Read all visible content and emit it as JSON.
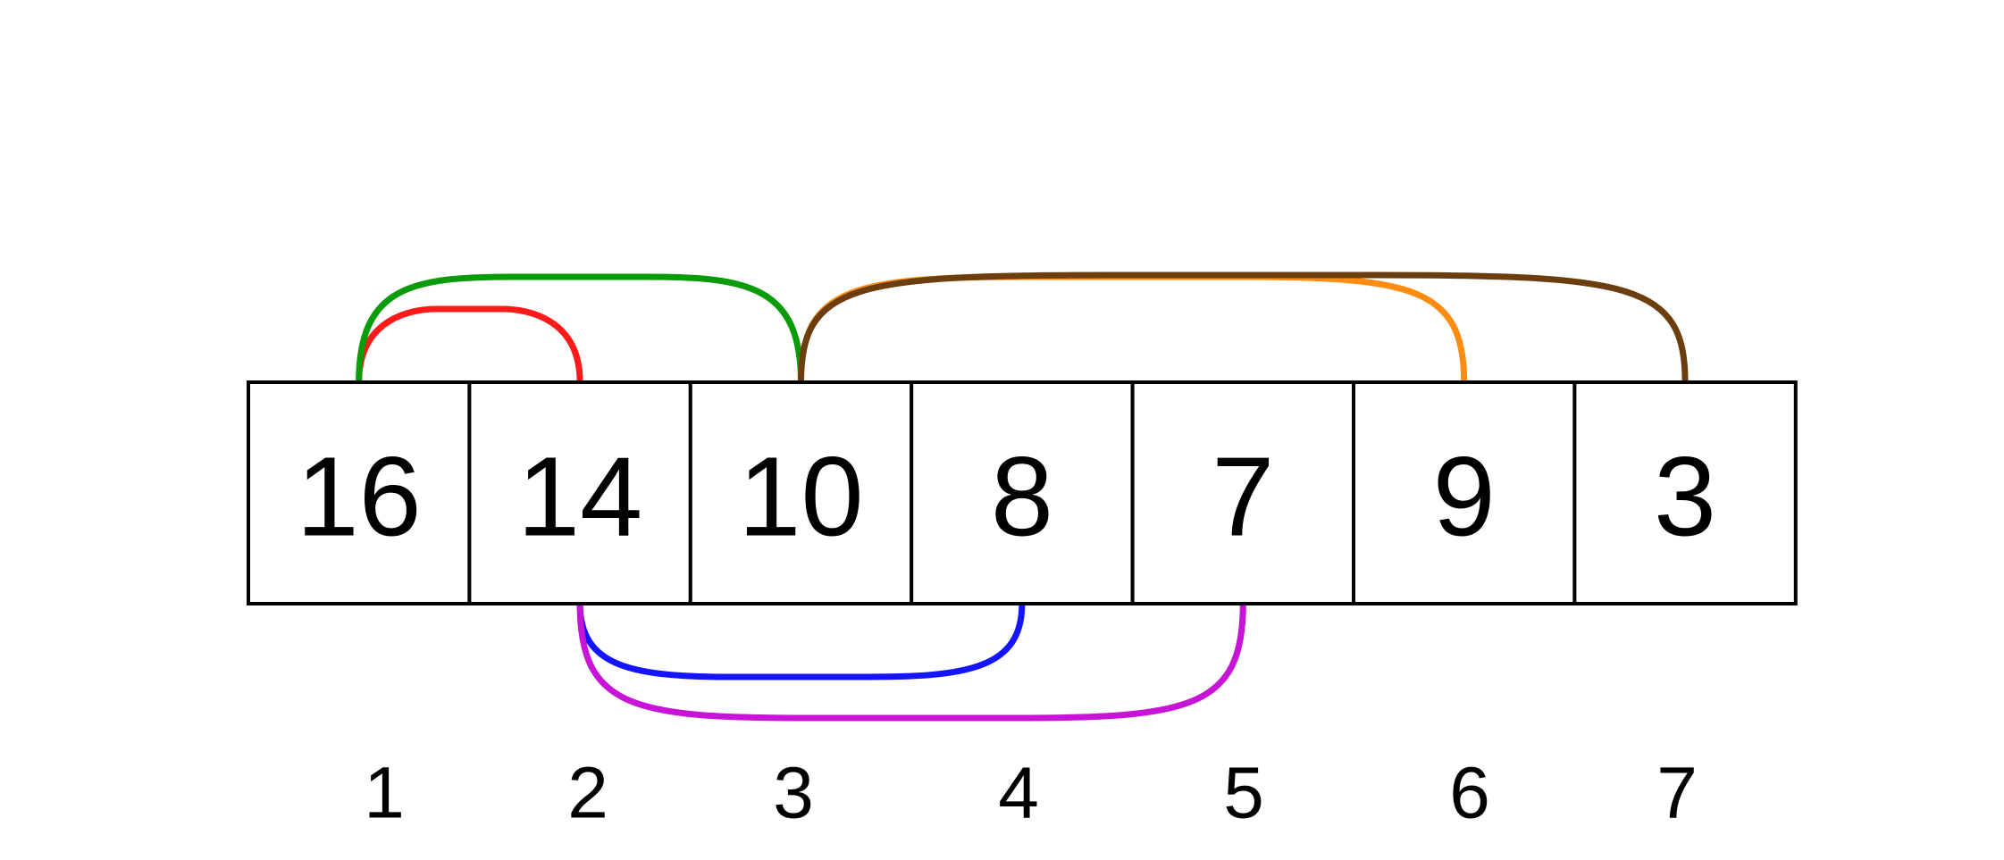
{
  "array": {
    "values": [
      "16",
      "14",
      "10",
      "8",
      "7",
      "9",
      "3"
    ]
  },
  "indices": [
    "1",
    "2",
    "3",
    "4",
    "5",
    "6",
    "7"
  ],
  "links": [
    {
      "name": "link-16-to-14",
      "from": 1,
      "to": 2,
      "side": "top",
      "color": "#ff1a1a"
    },
    {
      "name": "link-16-to-10",
      "from": 1,
      "to": 3,
      "side": "top",
      "color": "#0a9b0a"
    },
    {
      "name": "link-10-to-9",
      "from": 3,
      "to": 6,
      "side": "top",
      "color": "#ff8c12"
    },
    {
      "name": "link-10-to-3",
      "from": 3,
      "to": 7,
      "side": "top",
      "color": "#6b3d0f"
    },
    {
      "name": "link-14-to-8",
      "from": 2,
      "to": 4,
      "side": "bottom",
      "color": "#1414ff"
    },
    {
      "name": "link-14-to-7",
      "from": 2,
      "to": 5,
      "side": "bottom",
      "color": "#c814d6"
    }
  ]
}
